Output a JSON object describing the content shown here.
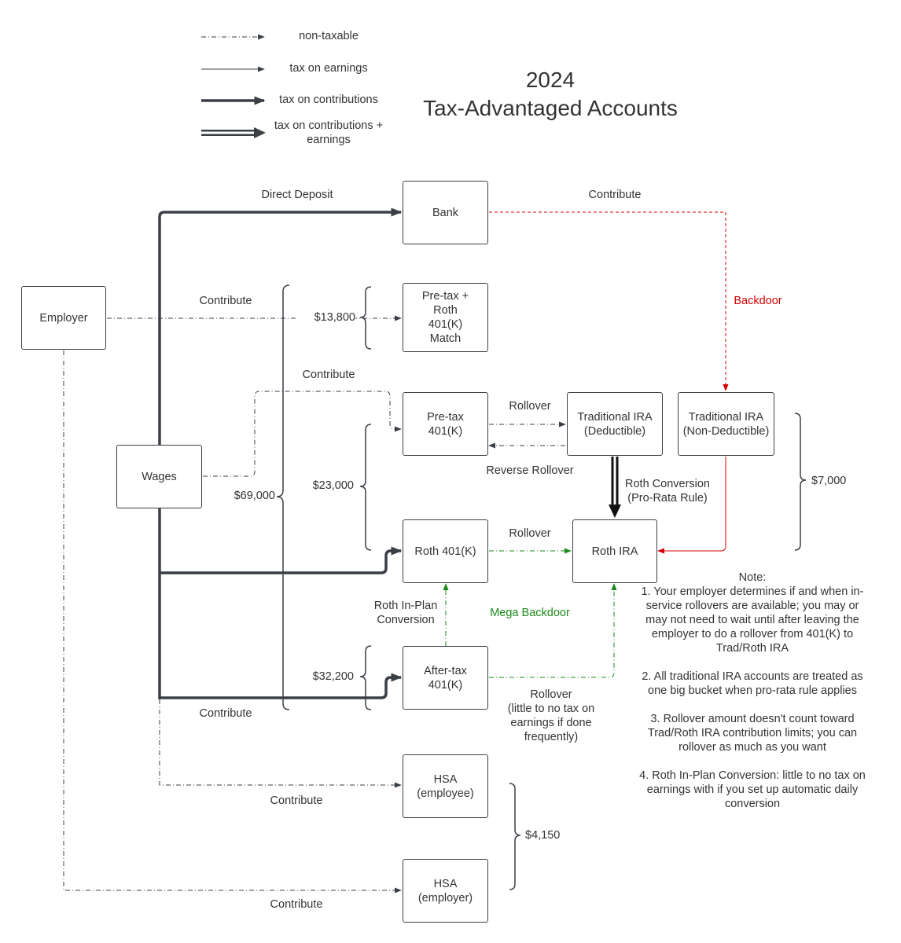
{
  "title": {
    "line1": "2024",
    "line2": "Tax-Advantaged Accounts"
  },
  "legend": [
    {
      "style": "dash-dot",
      "label": "non-taxable"
    },
    {
      "style": "thin",
      "label": "tax on earnings"
    },
    {
      "style": "thick",
      "label": "tax on contributions"
    },
    {
      "style": "double",
      "label": "tax on contributions + earnings"
    }
  ],
  "nodes": {
    "employer": "Employer",
    "wages": "Wages",
    "bank": "Bank",
    "match": "Pre-tax +\nRoth\n401(K)\nMatch",
    "pretax401k": "Pre-tax\n401(K)",
    "roth401k": "Roth 401(K)",
    "aftertax401k": "After-tax\n401(K)",
    "trad_ira_ded": "Traditional IRA\n(Deductible)",
    "trad_ira_nonded": "Traditional IRA\n(Non-Deductible)",
    "roth_ira": "Roth IRA",
    "hsa_employee": "HSA\n(employee)",
    "hsa_employer": "HSA\n(employer)"
  },
  "edge_labels": {
    "direct_deposit": "Direct Deposit",
    "bank_contribute": "Contribute",
    "backdoor": "Backdoor",
    "employer_contribute": "Contribute",
    "wages_contribute": "Contribute",
    "rollover_trad": "Rollover",
    "reverse_rollover": "Reverse Rollover",
    "roth_conversion": "Roth Conversion\n(Pro-Rata Rule)",
    "rollover_roth": "Rollover",
    "roth_inplan": "Roth In-Plan\nConversion",
    "mega_backdoor": "Mega Backdoor",
    "rollover_aftertax": "Rollover\n(little to no tax on\nearnings if done\nfrequently)",
    "aftertax_contribute": "Contribute",
    "hsa_employee_contribute": "Contribute",
    "hsa_employer_contribute": "Contribute"
  },
  "limits": {
    "total": "$69,000",
    "match": "$13,800",
    "elective": "$23,000",
    "aftertax": "$32,200",
    "ira": "$7,000",
    "hsa": "$4,150"
  },
  "note": {
    "heading": "Note:",
    "items": [
      "1. Your employer determines if and when in-service rollovers are available; you may or may not need to wait until after leaving the employer to do a rollover from 401(K) to Trad/Roth IRA",
      "2. All traditional IRA accounts are treated as one big bucket when pro-rata rule applies",
      "3. Rollover amount doesn't count toward Trad/Roth IRA contribution limits; you can rollover as much as you want",
      "4. Roth In-Plan Conversion: little to no tax on earnings with if you set up automatic daily conversion"
    ]
  },
  "colors": {
    "line": "#3a3f46",
    "backdoor": "#d40000",
    "mega_backdoor": "#1a8a1a"
  }
}
